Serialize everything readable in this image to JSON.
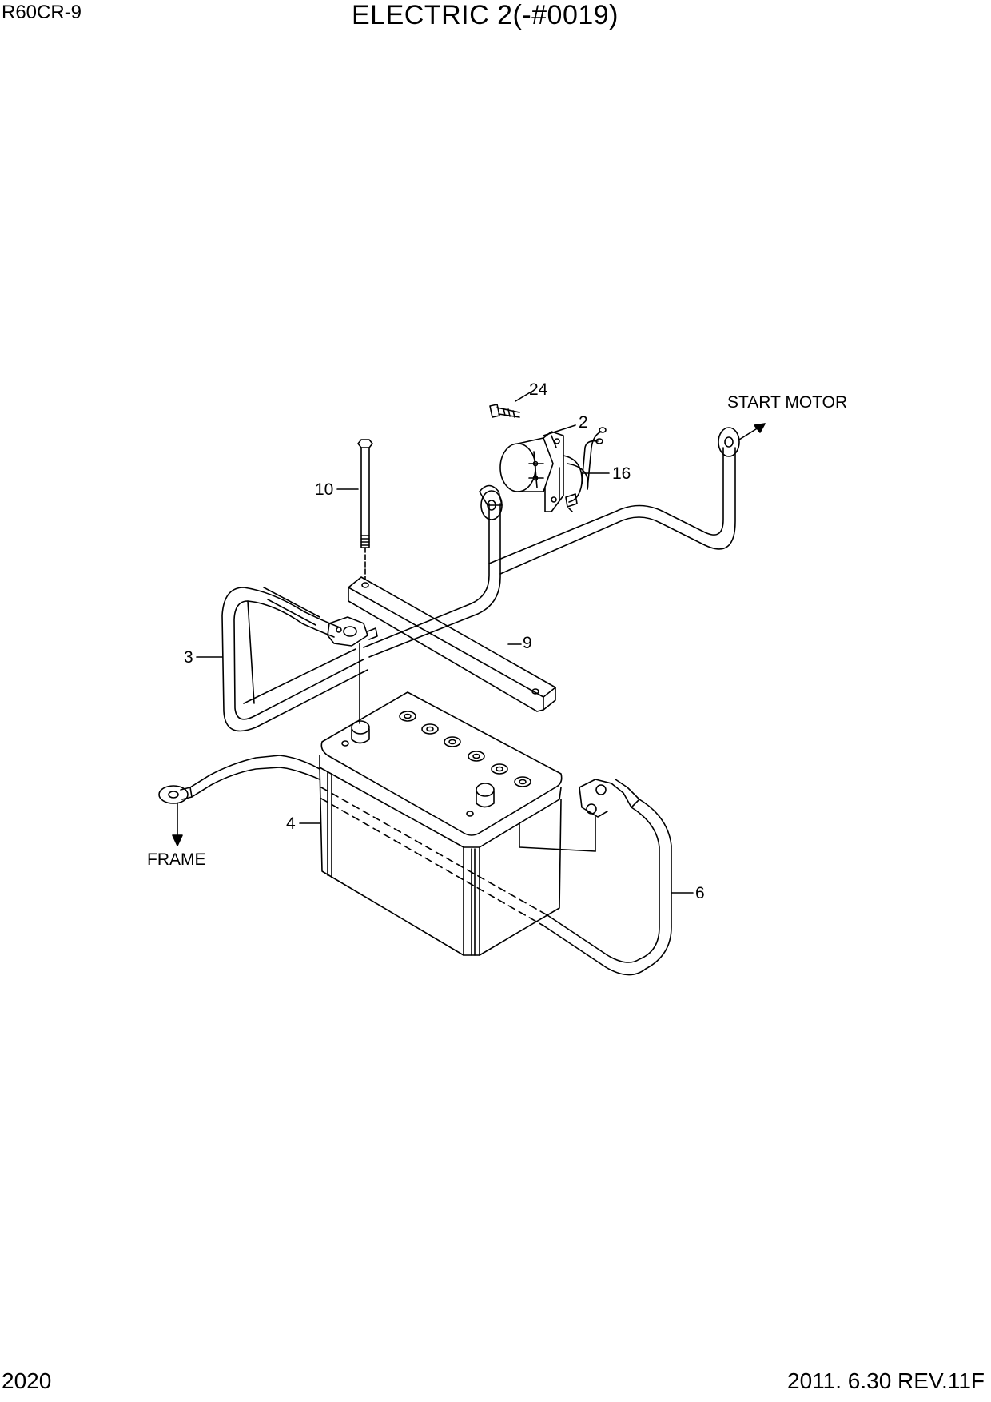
{
  "header": {
    "model": "R60CR-9",
    "title": "ELECTRIC 2(-#0019)"
  },
  "footer": {
    "page_number": "2020",
    "revision": "2011. 6.30 REV.11F"
  },
  "callouts": {
    "c24": "24",
    "c2": "2",
    "c16": "16",
    "c10": "10",
    "c9": "9",
    "c3": "3",
    "c4": "4",
    "c6": "6"
  },
  "labels": {
    "start_motor": "START MOTOR",
    "frame": "FRAME"
  }
}
